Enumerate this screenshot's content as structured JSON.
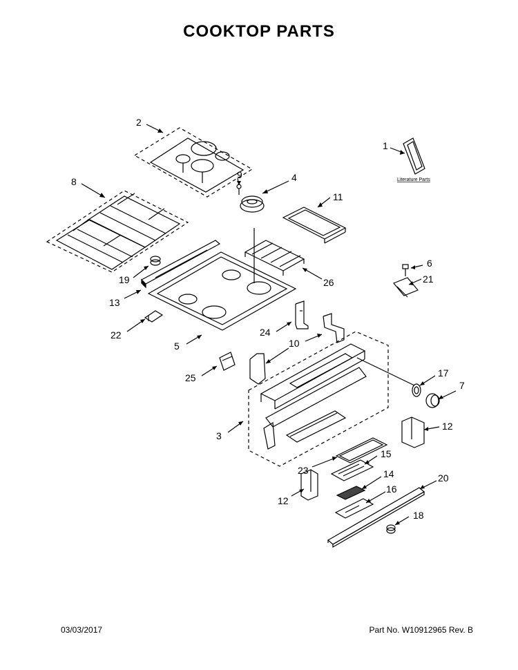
{
  "title": "COOKTOP PARTS",
  "footer": {
    "date": "03/03/2017",
    "part_no": "Part No. W10912965  Rev. B"
  },
  "literature_label": "Literature Parts",
  "callouts": {
    "c1": "1",
    "c2": "2",
    "c3": "3",
    "c4": "4",
    "c5": "5",
    "c6": "6",
    "c7": "7",
    "c8": "8",
    "c9": "9",
    "c10": "10",
    "c11": "11",
    "c12a": "12",
    "c12b": "12",
    "c13": "13",
    "c14": "14",
    "c15": "15",
    "c16": "16",
    "c17": "17",
    "c18": "18",
    "c19": "19",
    "c20": "20",
    "c21": "21",
    "c22": "22",
    "c23": "23",
    "c24": "24",
    "c25": "25",
    "c26": "26"
  }
}
